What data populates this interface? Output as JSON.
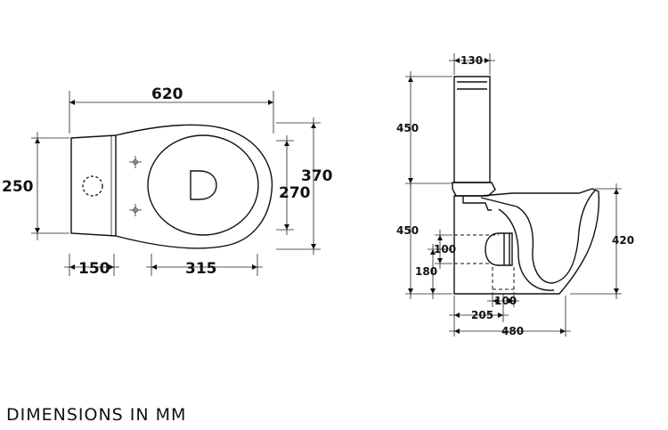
{
  "caption": "DIMENSIONS IN MM",
  "top_view": {
    "overall_length": "620",
    "tank_depth": "150",
    "bowl_length": "315",
    "tank_width": "250",
    "bowl_width_outer": "370",
    "bowl_width_inner": "270"
  },
  "side_view": {
    "tank_top_width": "130",
    "tank_height": "450",
    "base_height": "450",
    "rim_height": "420",
    "outlet_diameter": "100",
    "outlet_height": "180",
    "outlet_width": "100",
    "outlet_setback": "205",
    "overall_depth": "480"
  }
}
